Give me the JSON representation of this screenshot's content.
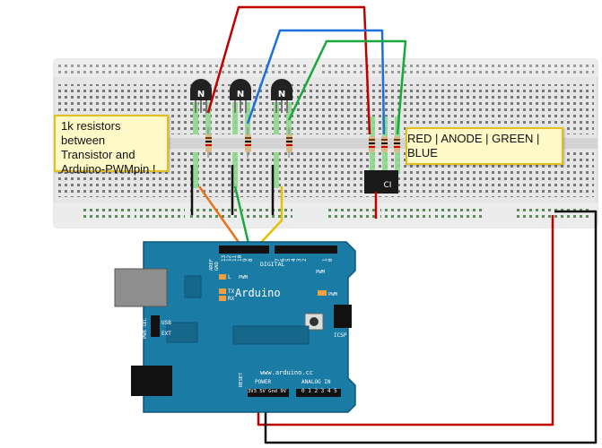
{
  "notes": {
    "resistor_note": [
      "1k resistors between",
      "Transistor and",
      "Arduino-PWMpin !"
    ],
    "led_pins_note": "RED | ANODE | GREEN | BLUE"
  },
  "transistors": [
    "N",
    "N",
    "N"
  ],
  "led_label": "CI",
  "arduino": {
    "brand": "Arduino",
    "website": "www.arduino.cc",
    "digital_label": "DIGITAL",
    "aref_label": "AREF",
    "gnd_label": "GND",
    "digital_pins": [
      "13",
      "12",
      "11",
      "10",
      "9",
      "8",
      "7",
      "6",
      "5",
      "4",
      "3",
      "2",
      "1",
      "0"
    ],
    "pwm_label": "PWM",
    "tx_label": "TX",
    "rx_label": "RX",
    "l_label": "L",
    "icsp_label": "ICSP",
    "pwr_sel_label": "PWR SEL",
    "usb_label": "USB",
    "ext_label": "EXT",
    "reset_label": "RESET",
    "power_label": "POWER",
    "power_pins": "3V3 5V Gnd 9V",
    "analog_label": "ANALOG IN",
    "analog_pins": "0 1 2 3 4 5"
  },
  "colors": {
    "breadboard": "#e4e4e4",
    "board": "#1a7ba4",
    "wire_red": "#c00000",
    "wire_blue": "#1f6fd8",
    "wire_green": "#1aa83c",
    "wire_orange": "#e8731a",
    "wire_yellow": "#e6c200",
    "wire_black": "#111111"
  }
}
